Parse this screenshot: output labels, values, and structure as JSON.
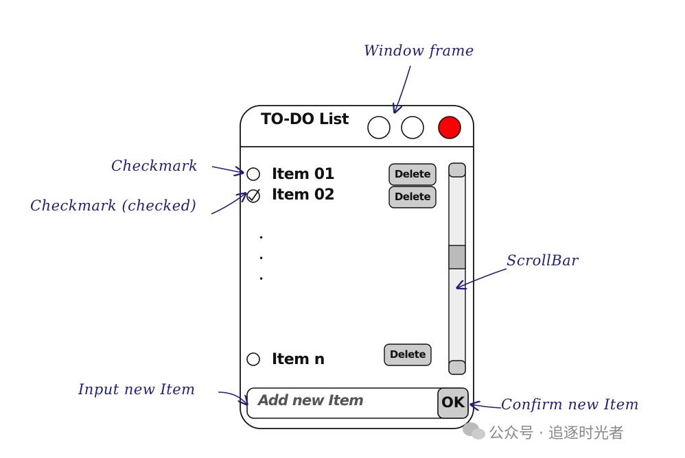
{
  "window": {
    "title": "TO-DO List",
    "close_color": "#ff0000"
  },
  "items": [
    {
      "label": "Item 01",
      "checked": false,
      "delete_label": "Delete"
    },
    {
      "label": "Item 02",
      "checked": true,
      "delete_label": "Delete"
    },
    {
      "label": "Item n",
      "checked": false,
      "delete_label": "Delete"
    }
  ],
  "ellipsis": [
    "•",
    "•",
    "•"
  ],
  "input": {
    "placeholder": "Add new Item",
    "ok_label": "OK"
  },
  "annotations": {
    "window_frame": "Window frame",
    "checkmark": "Checkmark",
    "checkmark_checked": "Checkmark (checked)",
    "scrollbar": "ScrollBar",
    "input_new_item": "Input new Item",
    "confirm_new_item": "Confirm new Item"
  },
  "watermark": "公众号 · 追逐时光者",
  "colors": {
    "annotation": "#1f1f7a",
    "button_fill": "#cccccc",
    "scroll_track": "#eeeeee",
    "scroll_thumb": "#bbbbbb"
  }
}
